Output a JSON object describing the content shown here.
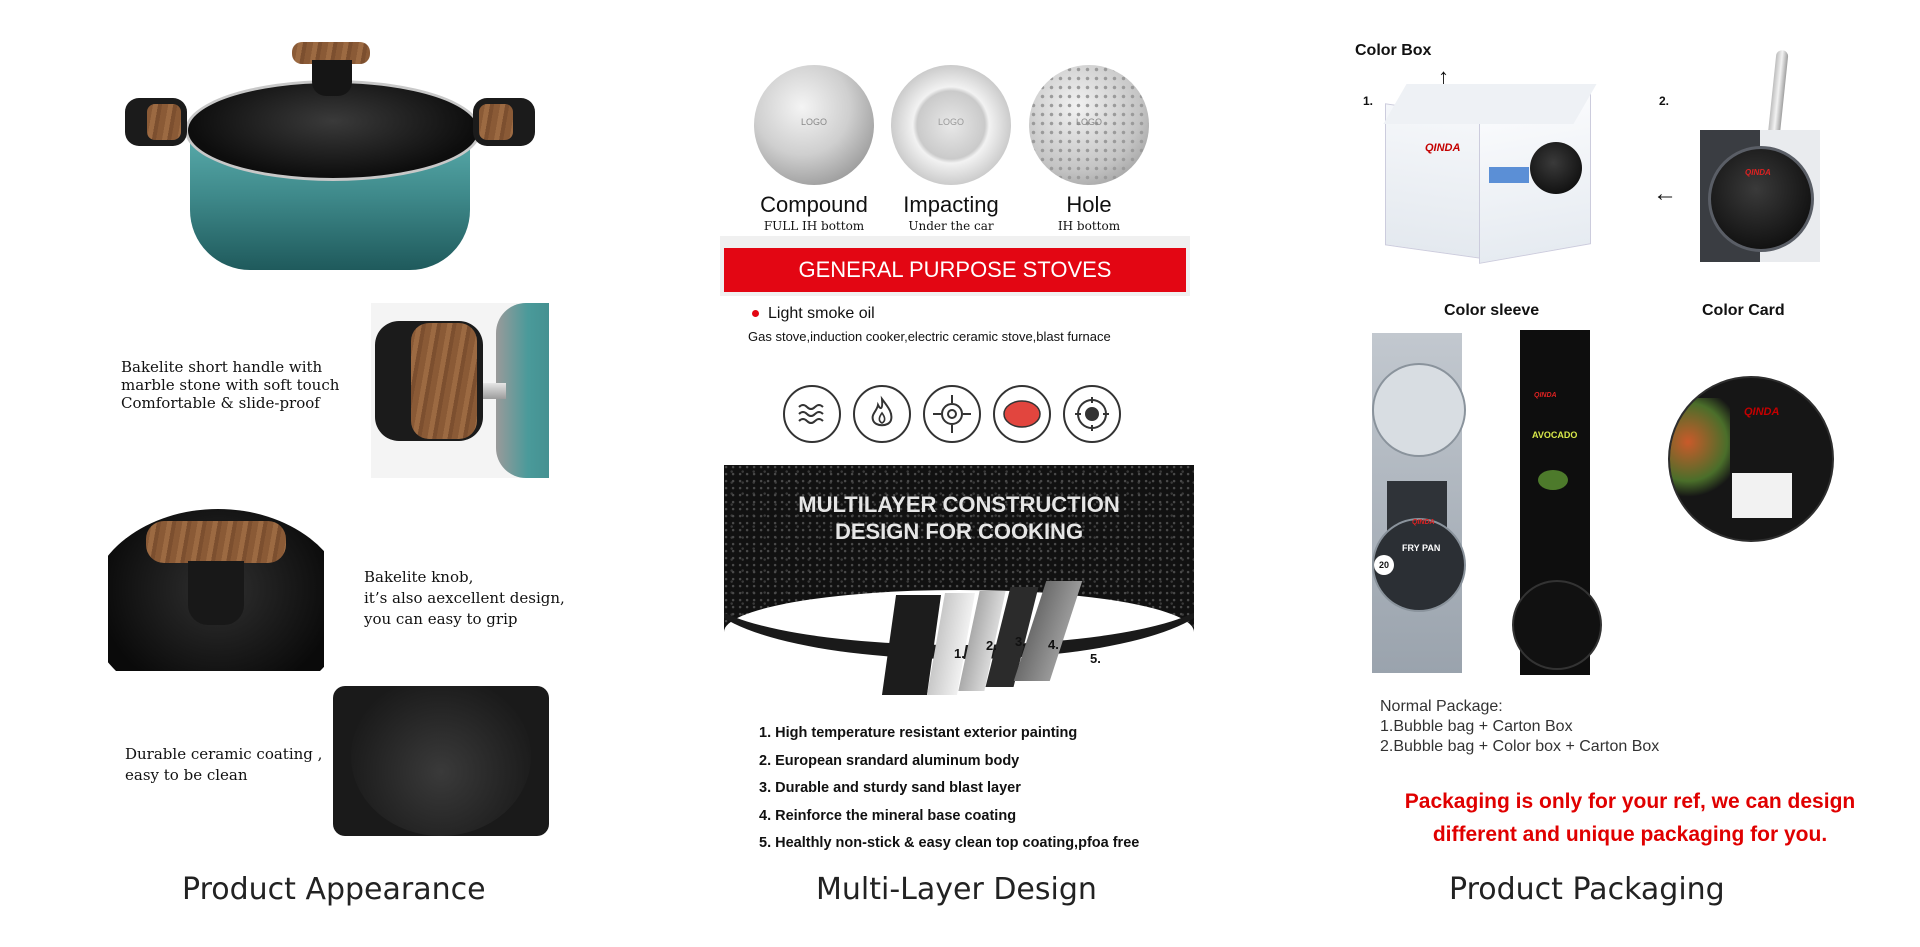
{
  "panels": {
    "appearance": {
      "caption": "Product Appearance",
      "notes": [
        {
          "lines": [
            "Bakelite short handle with",
            "marble stone with soft touch",
            "Comfortable & slide-proof"
          ]
        },
        {
          "lines": [
            "Bakelite knob,",
            "it’s also aexcellent design,",
            "you can easy to grip"
          ]
        },
        {
          "lines": [
            "Durable ceramic coating ,",
            "easy to be clean"
          ]
        }
      ]
    },
    "multilayer": {
      "caption": "Multi-Layer Design",
      "bottoms": [
        {
          "name": "Compound",
          "sub": "FULL IH bottom",
          "logo": "LOGO"
        },
        {
          "name": "Impacting",
          "sub": "Under the car",
          "logo": "LOGO"
        },
        {
          "name": "Hole",
          "sub": "IH bottom",
          "logo": "LOGO"
        }
      ],
      "banner": "GENERAL PURPOSE STOVES",
      "bullet": "Light smoke oil",
      "stoves": "Gas stove,induction cooker,electric ceramic stove,blast furnace",
      "stove_icons": [
        "coil-stove-icon",
        "flame-icon",
        "gas-burner-icon",
        "ceramic-plate-icon",
        "induction-icon"
      ],
      "construction_title": [
        "MULTILAYER CONSTRUCTION",
        "DESIGN FOR COOKING"
      ],
      "layer_numbers": [
        "1.",
        "2.",
        "3.",
        "4.",
        "5."
      ],
      "layers": [
        "1. High temperature resistant exterior painting",
        "2. European srandard aluminum body",
        "3. Durable and sturdy sand blast layer",
        "4. Reinforce the mineral base coating",
        "5. Healthly non-stick & easy clean top coating,pfoa free"
      ]
    },
    "packaging": {
      "caption": "Product Packaging",
      "color_box": "Color Box",
      "color_sleeve": "Color sleeve",
      "color_card": "Color Card",
      "num1": "1.",
      "num2": "2.",
      "arrow_up": "↑",
      "arrow_left": "←",
      "brand": "QINDA",
      "sleeve_text": {
        "fry_pan": "FRY PAN",
        "avocado": "AVOCADO",
        "size": "20"
      },
      "normal_title": "Normal Package:",
      "normal_lines": [
        "1.Bubble bag + Carton Box",
        "2.Bubble bag + Color box + Carton Box"
      ],
      "notice": [
        "Packaging is only for your ref, we can design",
        "different and unique packaging for you."
      ]
    }
  },
  "colors": {
    "banner": "#e30613",
    "notice": "#e00000",
    "teal_top": "#5fb3b3",
    "teal_bottom": "#1f5a5c"
  }
}
